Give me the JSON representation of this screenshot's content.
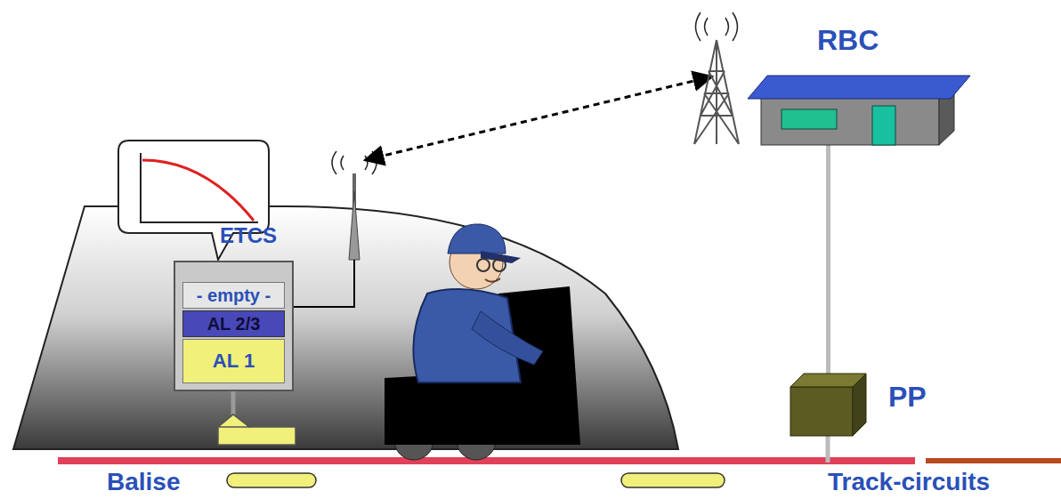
{
  "diagram": {
    "nodes": [
      {
        "text": [
          "ETCS"
        ]
      },
      {
        "text": [
          "- empty -"
        ],
        "in": 0
      },
      {
        "text": [
          "AL 2/3"
        ],
        "in": 0
      },
      {
        "text": [
          "AL 1"
        ],
        "in": 0
      },
      {
        "text": [
          "RBC"
        ]
      },
      {
        "text": [
          "PP"
        ]
      }
    ],
    "edges": [
      {
        "from": 4,
        "to": 5,
        "arrow": "none"
      }
    ],
    "labels": [
      "Balise",
      "Track-circuits"
    ]
  }
}
